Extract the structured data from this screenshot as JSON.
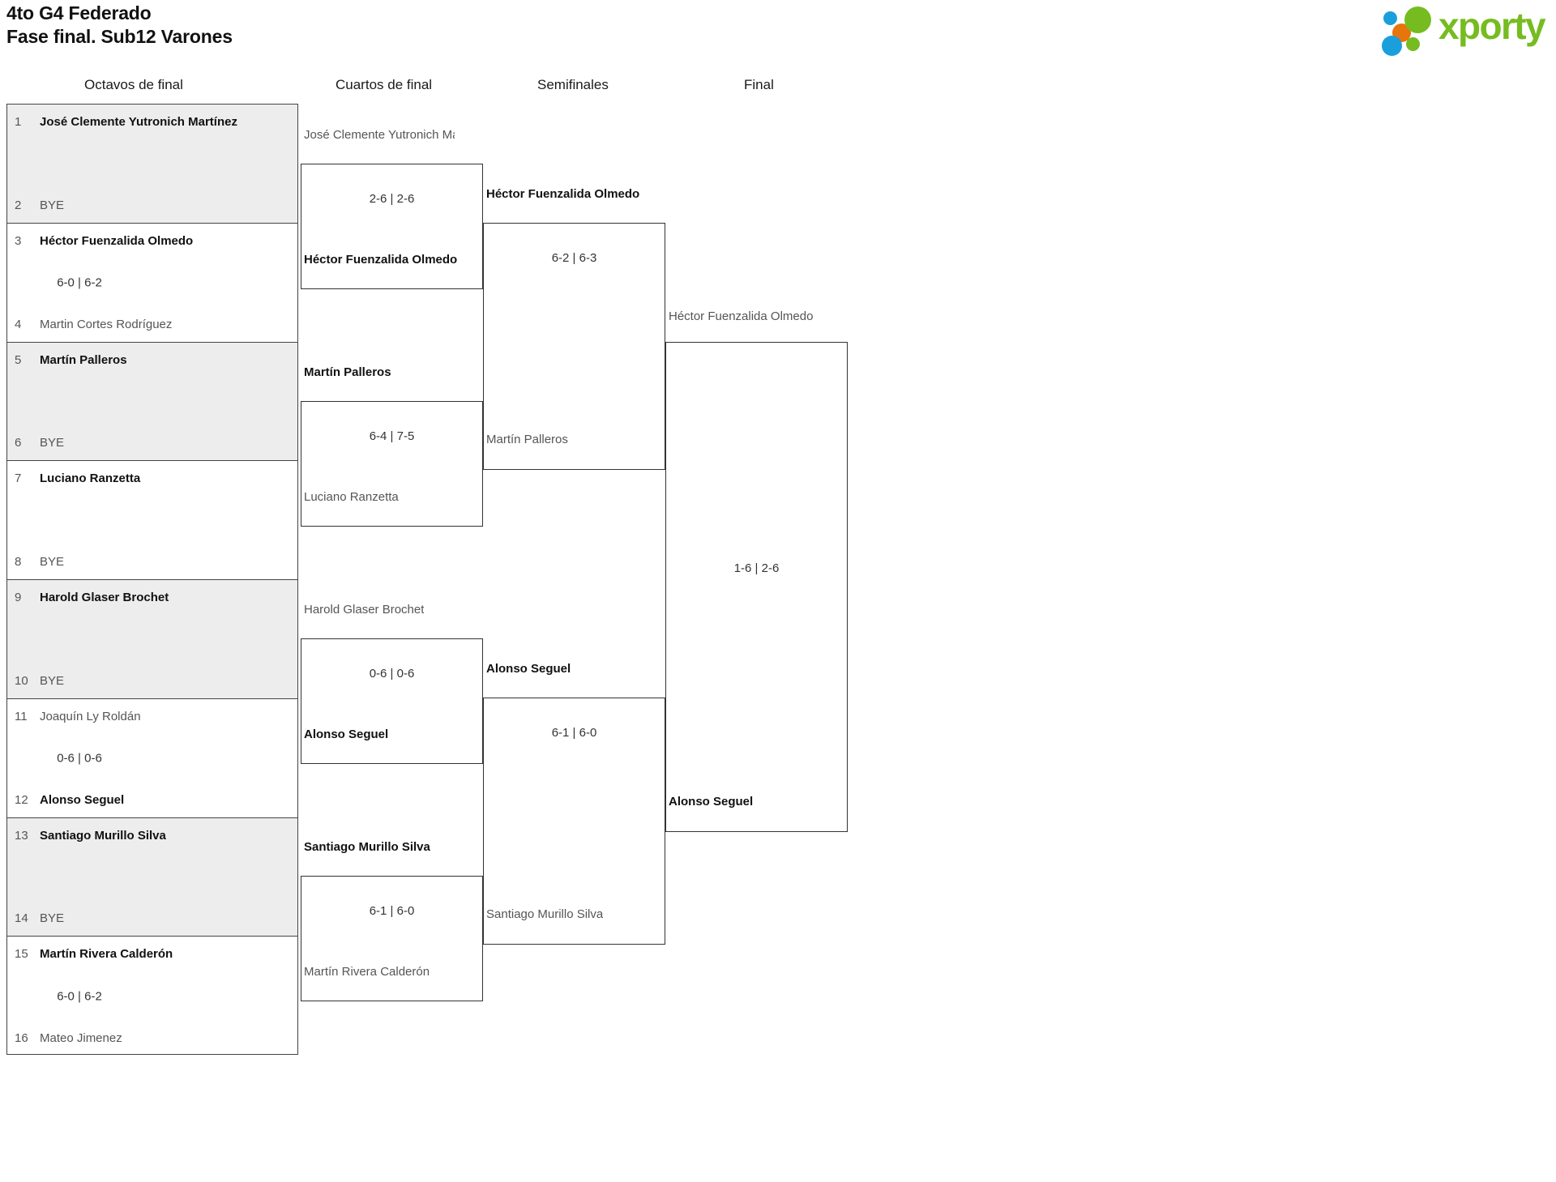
{
  "header": {
    "title_line1": "4to G4 Federado",
    "title_line2": "Fase final. Sub12 Varones",
    "logo_word": "xporty",
    "brand_green": "#76bc21",
    "brand_blue": "#1a9fdc",
    "brand_orange": "#e8740c"
  },
  "rounds": [
    {
      "label": "Octavos de final"
    },
    {
      "label": "Cuartos de final"
    },
    {
      "label": "Semifinales"
    },
    {
      "label": "Final"
    }
  ],
  "round1": {
    "matches": [
      {
        "shaded": true,
        "top": {
          "seed": "1",
          "name": "José Clemente Yutronich Martínez",
          "result": "winner"
        },
        "bot": {
          "seed": "2",
          "name": "BYE",
          "result": "loser"
        },
        "score": ""
      },
      {
        "shaded": false,
        "top": {
          "seed": "3",
          "name": "Héctor Fuenzalida Olmedo",
          "result": "winner"
        },
        "bot": {
          "seed": "4",
          "name": "Martin Cortes Rodríguez",
          "result": "loser"
        },
        "score": "6-0 | 6-2"
      },
      {
        "shaded": true,
        "top": {
          "seed": "5",
          "name": "Martín Palleros",
          "result": "winner"
        },
        "bot": {
          "seed": "6",
          "name": "BYE",
          "result": "loser"
        },
        "score": ""
      },
      {
        "shaded": false,
        "top": {
          "seed": "7",
          "name": "Luciano Ranzetta",
          "result": "winner"
        },
        "bot": {
          "seed": "8",
          "name": "BYE",
          "result": "loser"
        },
        "score": ""
      },
      {
        "shaded": true,
        "top": {
          "seed": "9",
          "name": "Harold Glaser Brochet",
          "result": "winner"
        },
        "bot": {
          "seed": "10",
          "name": "BYE",
          "result": "loser"
        },
        "score": ""
      },
      {
        "shaded": false,
        "top": {
          "seed": "11",
          "name": "Joaquín Ly Roldán",
          "result": "loser"
        },
        "bot": {
          "seed": "12",
          "name": "Alonso Seguel",
          "result": "winner"
        },
        "score": "0-6 | 0-6"
      },
      {
        "shaded": true,
        "top": {
          "seed": "13",
          "name": "Santiago Murillo Silva",
          "result": "winner"
        },
        "bot": {
          "seed": "14",
          "name": "BYE",
          "result": "loser"
        },
        "score": ""
      },
      {
        "shaded": false,
        "top": {
          "seed": "15",
          "name": "Martín Rivera Calderón",
          "result": "winner"
        },
        "bot": {
          "seed": "16",
          "name": "Mateo Jimenez",
          "result": "loser"
        },
        "score": "6-0 | 6-2"
      }
    ]
  },
  "quarterfinals": [
    {
      "top_name": "José Clemente Yutronich Mar",
      "top_result": "loser",
      "bot_name": "Héctor Fuenzalida Olmedo",
      "bot_result": "winner",
      "score": "2-6 | 2-6"
    },
    {
      "top_name": "Martín Palleros",
      "top_result": "winner",
      "bot_name": "Luciano Ranzetta",
      "bot_result": "loser",
      "score": "6-4 | 7-5"
    },
    {
      "top_name": "Harold Glaser Brochet",
      "top_result": "loser",
      "bot_name": "Alonso Seguel",
      "bot_result": "winner",
      "score": "0-6 | 0-6"
    },
    {
      "top_name": "Santiago Murillo Silva",
      "top_result": "winner",
      "bot_name": "Martín Rivera Calderón",
      "bot_result": "loser",
      "score": "6-1 | 6-0"
    }
  ],
  "semifinals": [
    {
      "top_name": "Héctor Fuenzalida Olmedo",
      "top_result": "winner",
      "bot_name": "Martín Palleros",
      "bot_result": "loser",
      "score": "6-2 | 6-3"
    },
    {
      "top_name": "Alonso Seguel",
      "top_result": "winner",
      "bot_name": "Santiago Murillo Silva",
      "bot_result": "loser",
      "score": "6-1 | 6-0"
    }
  ],
  "final": {
    "top_name": "Héctor Fuenzalida Olmedo",
    "top_result": "loser",
    "bot_name": "Alonso Seguel",
    "bot_result": "winner",
    "score": "1-6 | 2-6"
  }
}
